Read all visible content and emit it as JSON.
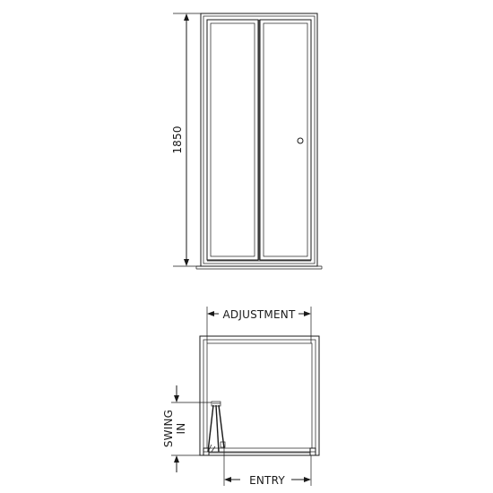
{
  "elevation": {
    "height_label": "1850"
  },
  "plan": {
    "adjustment_label": "ADJUSTMENT",
    "entry_label": "ENTRY",
    "swing_label_line1": "SWING",
    "swing_label_line2": "IN"
  },
  "colors": {
    "line": "#1a1a1a",
    "background": "#ffffff"
  }
}
